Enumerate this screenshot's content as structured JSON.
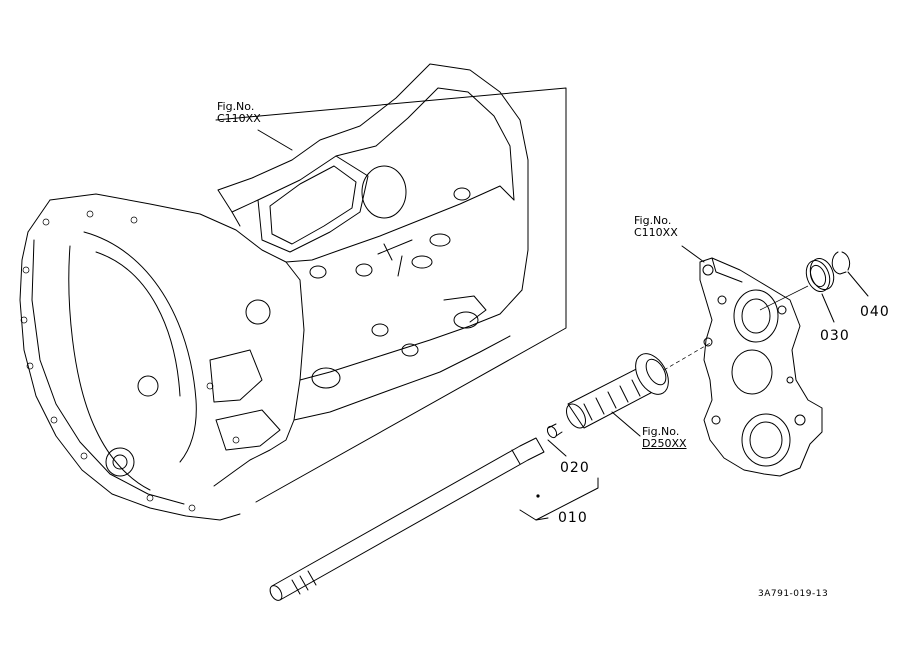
{
  "refs": {
    "case_fig": {
      "line1": "Fig.No.",
      "line2": "C110XX"
    },
    "cover_fig": {
      "line1": "Fig.No.",
      "line2": "C110XX"
    },
    "shaft_fig": {
      "line1": "Fig.No.",
      "line2": "D250XX"
    }
  },
  "parts": {
    "p010": "010",
    "p020": "020",
    "p030": "030",
    "p040": "040"
  },
  "drawing_code": "3A791-019-13"
}
